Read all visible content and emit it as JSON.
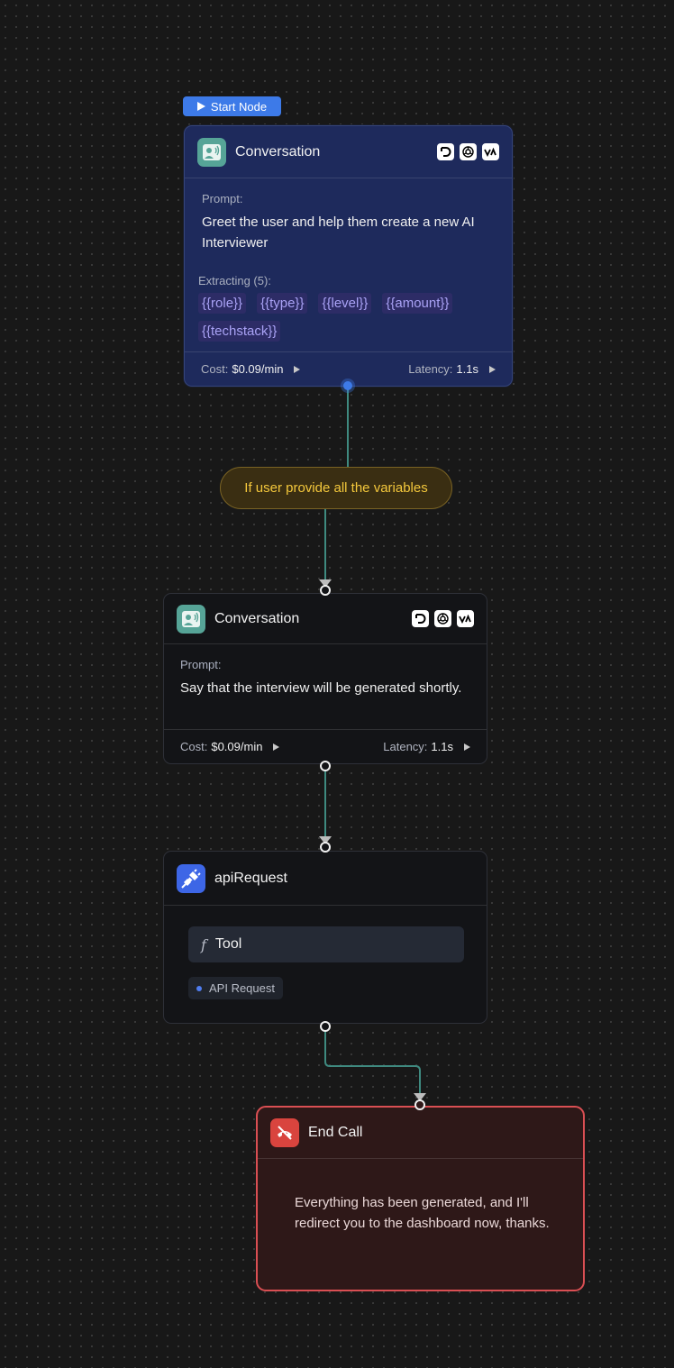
{
  "start_badge": {
    "label": "Start Node"
  },
  "condition": {
    "label": "If user provide all the variables"
  },
  "node1": {
    "title": "Conversation",
    "providers": [
      "deepgram-icon",
      "openai-icon",
      "vapi-icon"
    ],
    "prompt_label": "Prompt:",
    "prompt": "Greet the user and help them create a new AI Interviewer",
    "extracting_label": "Extracting (5):",
    "variables": [
      "{{role}}",
      "{{type}}",
      "{{level}}",
      "{{amount}}",
      "{{techstack}}"
    ],
    "cost_label": "Cost:",
    "cost": "$0.09/min",
    "latency_label": "Latency:",
    "latency": "1.1s"
  },
  "node2": {
    "title": "Conversation",
    "providers": [
      "deepgram-icon",
      "openai-icon",
      "vapi-icon"
    ],
    "prompt_label": "Prompt:",
    "prompt": "Say that the interview will be generated shortly.",
    "cost_label": "Cost:",
    "cost": "$0.09/min",
    "latency_label": "Latency:",
    "latency": "1.1s"
  },
  "node3": {
    "title": "apiRequest",
    "tool_label": "Tool",
    "chip_label": "API Request"
  },
  "node4": {
    "title": "End Call",
    "message": "Everything has been generated, and I'll redirect you to the dashboard now, thanks."
  },
  "colors": {
    "start_node_bg": "#1e2a5c",
    "start_node_border": "#34447a",
    "node_bg": "#131417",
    "node_border": "#2e3038",
    "end_node_bg": "#2e1818",
    "end_node_border": "#d94f53",
    "edge": "#3f8a80",
    "condition_text": "#f4c83c",
    "variable_text": "#a9a2f5",
    "accent_blue": "#3d7ae8"
  }
}
